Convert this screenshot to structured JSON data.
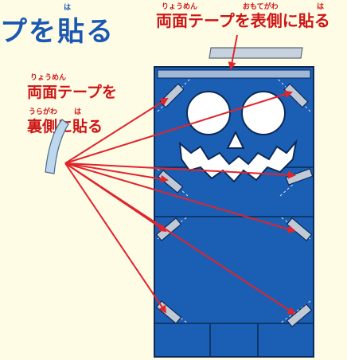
{
  "top_left": {
    "text": "プを貼る",
    "ruby_ha": "は"
  },
  "top_right": {
    "text": "両面テープを表側に貼る",
    "ruby_ryoumen": "りょうめん",
    "ruby_omotegawa": "おもてがわ",
    "ruby_ha": "は"
  },
  "left_label": {
    "line1": "両面テープを",
    "line2": "裏側に貼る",
    "ruby_ryoumen": "りょうめん",
    "ruby_uragawa": "うらがわ",
    "ruby_ha": "は"
  },
  "colors": {
    "box_blue": "#1b5fb5",
    "arrow_red": "#e0242c",
    "tape": "#b8c4d2",
    "text_red": "#cc1616",
    "title_blue": "#1b58b3",
    "background": "#fffce6"
  }
}
